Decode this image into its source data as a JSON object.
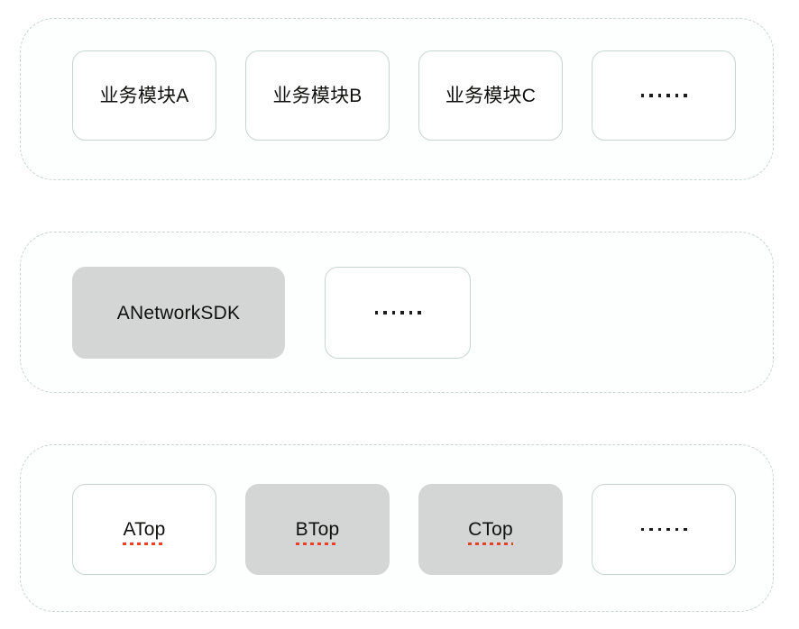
{
  "diagram": {
    "type": "layered-architecture",
    "background_color": "#ffffff",
    "layers": [
      {
        "name": "business-layer",
        "border_style": "dashed",
        "border_color": "#c8d5d5",
        "cards": [
          {
            "label": "业务模块A",
            "style": "outlined",
            "misspelled": false,
            "is_ellipsis": false
          },
          {
            "label": "业务模块B",
            "style": "outlined",
            "misspelled": false,
            "is_ellipsis": false
          },
          {
            "label": "业务模块C",
            "style": "outlined",
            "misspelled": false,
            "is_ellipsis": false
          },
          {
            "label": "……",
            "style": "outlined",
            "misspelled": false,
            "is_ellipsis": true
          }
        ]
      },
      {
        "name": "sdk-layer",
        "border_style": "dashed",
        "border_color": "#c8d5d5",
        "cards": [
          {
            "label": "ANetworkSDK",
            "style": "filled",
            "misspelled": false,
            "is_ellipsis": false
          },
          {
            "label": "……",
            "style": "outlined",
            "misspelled": false,
            "is_ellipsis": true
          }
        ]
      },
      {
        "name": "protocol-layer",
        "border_style": "dashed",
        "border_color": "#c8d5d5",
        "cards": [
          {
            "label": "ATop",
            "style": "outlined",
            "misspelled": true,
            "is_ellipsis": false
          },
          {
            "label": "BTop",
            "style": "filled",
            "misspelled": true,
            "is_ellipsis": false
          },
          {
            "label": "CTop",
            "style": "filled",
            "misspelled": true,
            "is_ellipsis": false
          },
          {
            "label": "……",
            "style": "outlined",
            "misspelled": false,
            "is_ellipsis": true
          }
        ]
      }
    ],
    "colors": {
      "card_border": "#c6d5d4",
      "card_fill_outlined": "#ffffff",
      "card_fill_filled": "#d4d6d6",
      "layer_border": "#c8d5d5",
      "text": "#10100f",
      "misspelled_underline": "#e8402a"
    }
  }
}
